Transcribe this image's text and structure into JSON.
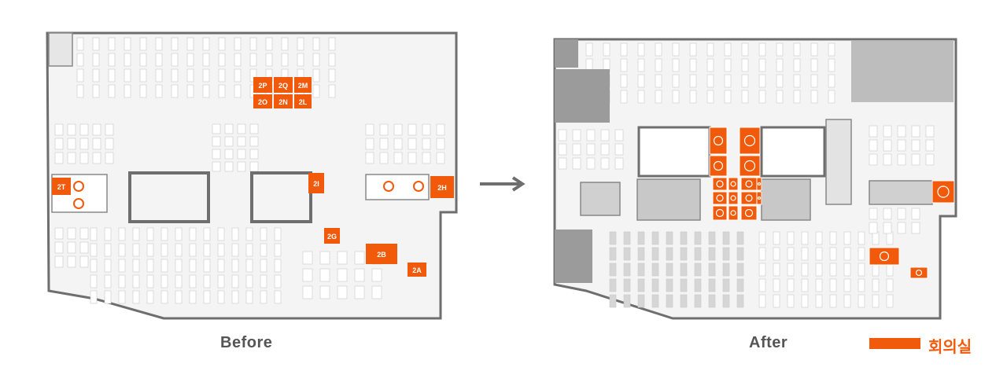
{
  "captions": {
    "before": "Before",
    "after": "After"
  },
  "legend": {
    "label": "회의실",
    "color": "#f15a0a"
  },
  "colors": {
    "accent": "#f15a0a",
    "wall": "#6e6e6e",
    "floor": "#f2f2f2",
    "desk": "#dcdcdc",
    "core": "#9b9b9b",
    "arrow": "#6e6e6e"
  },
  "before_rooms": [
    "2P",
    "2Q",
    "2M",
    "2O",
    "2N",
    "2L",
    "2T",
    "2I",
    "2H",
    "2G",
    "2B",
    "2A"
  ],
  "after_meeting_rooms_count": 18
}
